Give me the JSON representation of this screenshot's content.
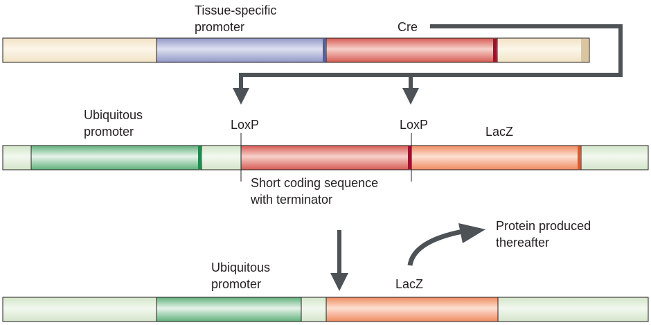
{
  "construct1": {
    "promoter_label": [
      "Tissue-specific",
      "promoter"
    ],
    "gene_label": "Cre"
  },
  "construct2": {
    "promoter_label": [
      "Ubiquitous",
      "promoter"
    ],
    "loxp_left_label": "LoxP",
    "loxp_right_label": "LoxP",
    "reporter_label": "LacZ",
    "insert_label": [
      "Short coding sequence",
      "with terminator"
    ]
  },
  "construct3": {
    "promoter_label": [
      "Ubiquitous",
      "promoter"
    ],
    "reporter_label": "LacZ",
    "outcome_label": [
      "Protein produced",
      "thereafter"
    ]
  },
  "colors": {
    "cream": "#f3e6c9",
    "blue": "#aeb3d8",
    "red": "#e0786e",
    "pale_green": "#e2eedb",
    "green": "#86c39a",
    "salmon": "#f3a179",
    "arrow": "#4d5257",
    "outline": "#231f20"
  }
}
